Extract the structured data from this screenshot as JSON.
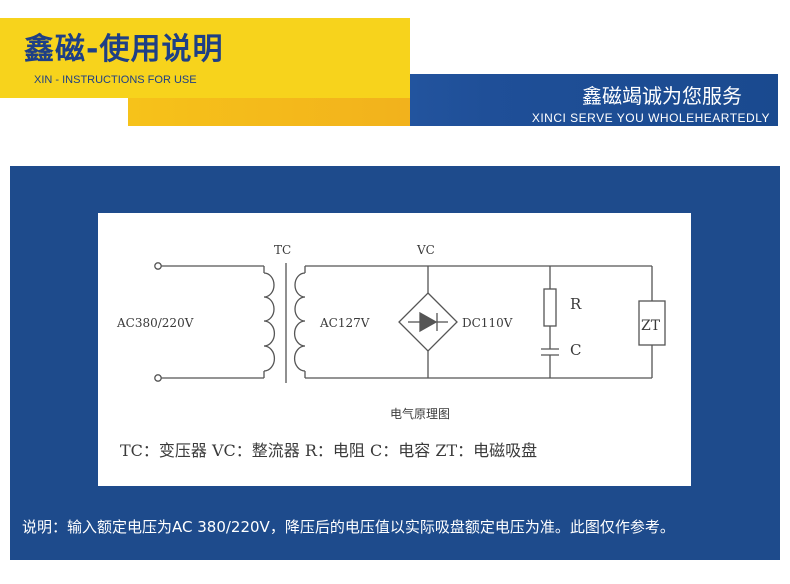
{
  "header": {
    "title_cn": "鑫磁-使用说明",
    "title_en": "XIN - INSTRUCTIONS FOR USE",
    "slogan_cn": "鑫磁竭诚为您服务",
    "slogan_en": "XINCI SERVE YOU WHOLEHEARTEDLY"
  },
  "diagram": {
    "labels": {
      "tc": "TC",
      "vc": "VC",
      "input_voltage": "AC380/220V",
      "secondary_voltage": "AC127V",
      "dc_voltage": "DC110V",
      "resistor": "R",
      "capacitor": "C",
      "load": "ZT"
    },
    "caption": "电气原理图",
    "legend": "TC：变压器   VC：整流器 R：电阻 C：电容 ZT：电磁吸盘"
  },
  "note": "说明：输入额定电压为AC 380/220V，降压后的电压值以实际吸盘额定电压为准。此图仅作参考。"
}
